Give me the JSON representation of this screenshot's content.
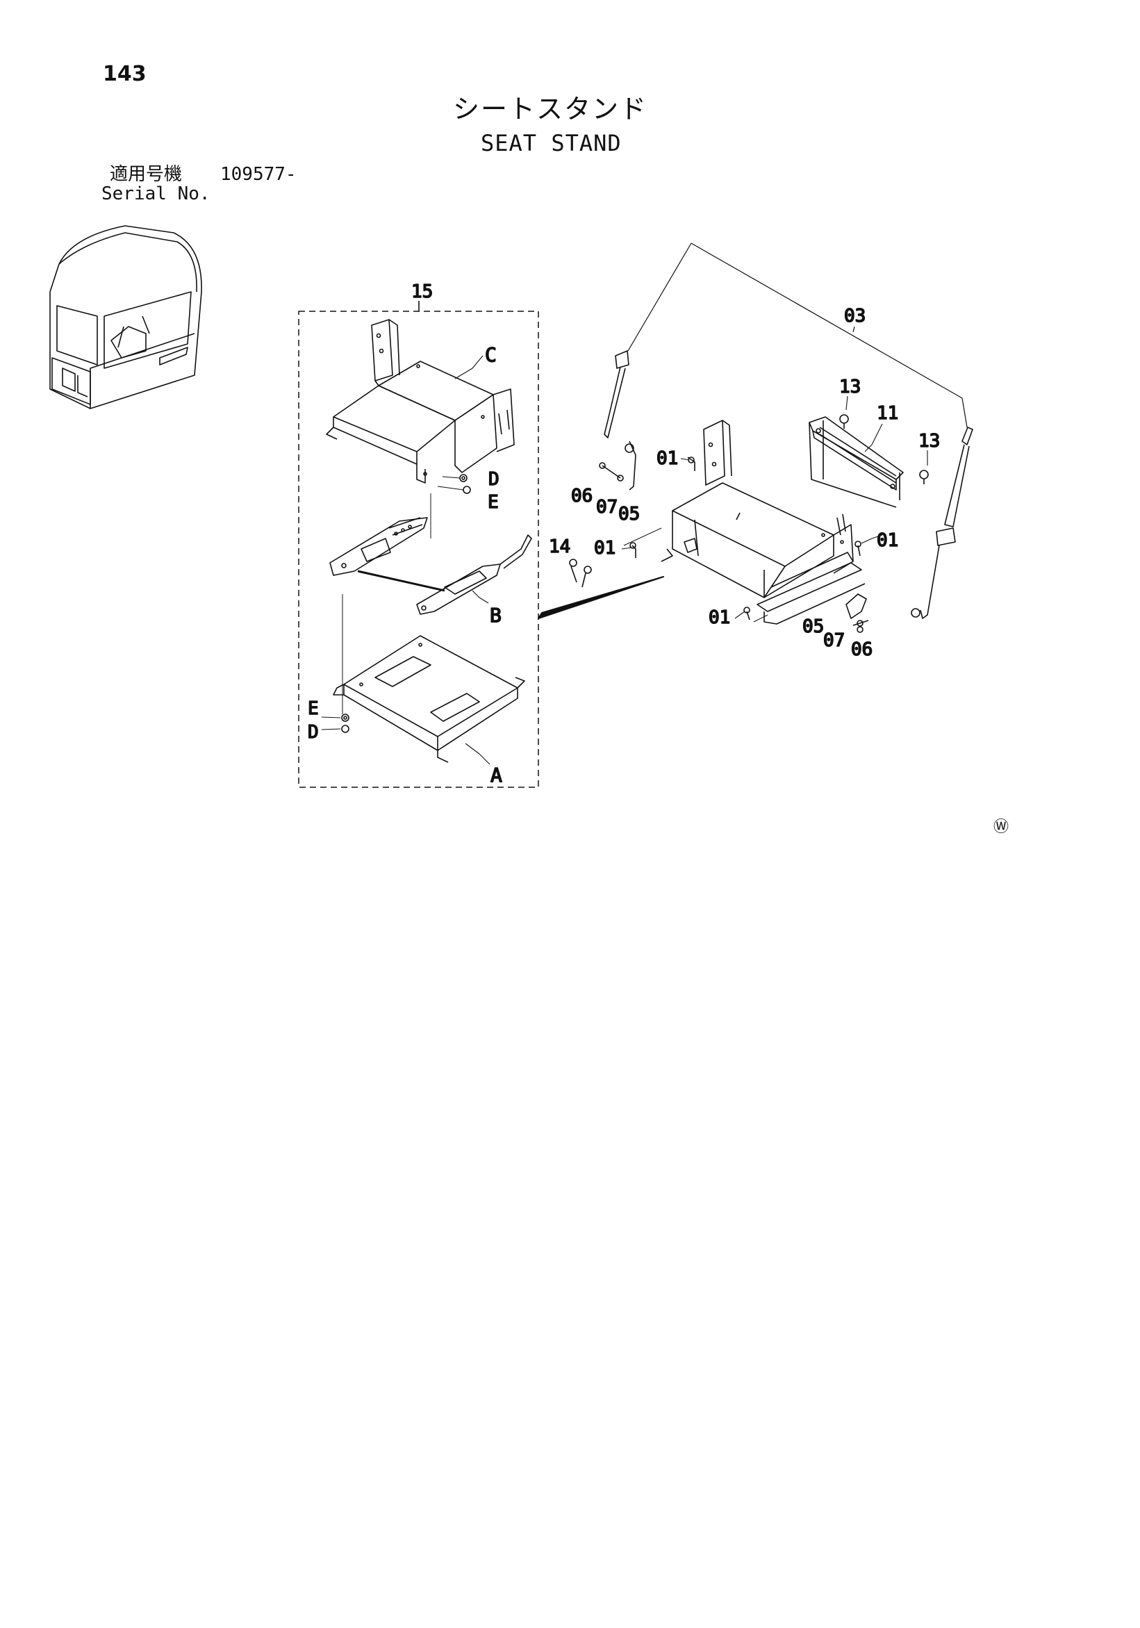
{
  "page_number": "143",
  "title_jp": "シートスタンド",
  "title_en": "SEAT STAND",
  "serial": {
    "label_jp": "適用号機",
    "value": "109577-",
    "label_en": "Serial No."
  },
  "watermark": "Ⓦ",
  "callouts": {
    "c15": "15",
    "c03": "03",
    "cC": "C",
    "cB": "B",
    "cA": "A",
    "cD1": "D",
    "cE1": "E",
    "cE2": "E",
    "cD2": "D",
    "c13a": "13",
    "c11": "11",
    "c13b": "13",
    "c01a": "01",
    "c06a": "06",
    "c07a": "07",
    "c05a": "05",
    "c14": "14",
    "c01b": "01",
    "c01c": "01",
    "c01d": "01",
    "c05b": "05",
    "c07b": "07",
    "c06b": "06"
  }
}
